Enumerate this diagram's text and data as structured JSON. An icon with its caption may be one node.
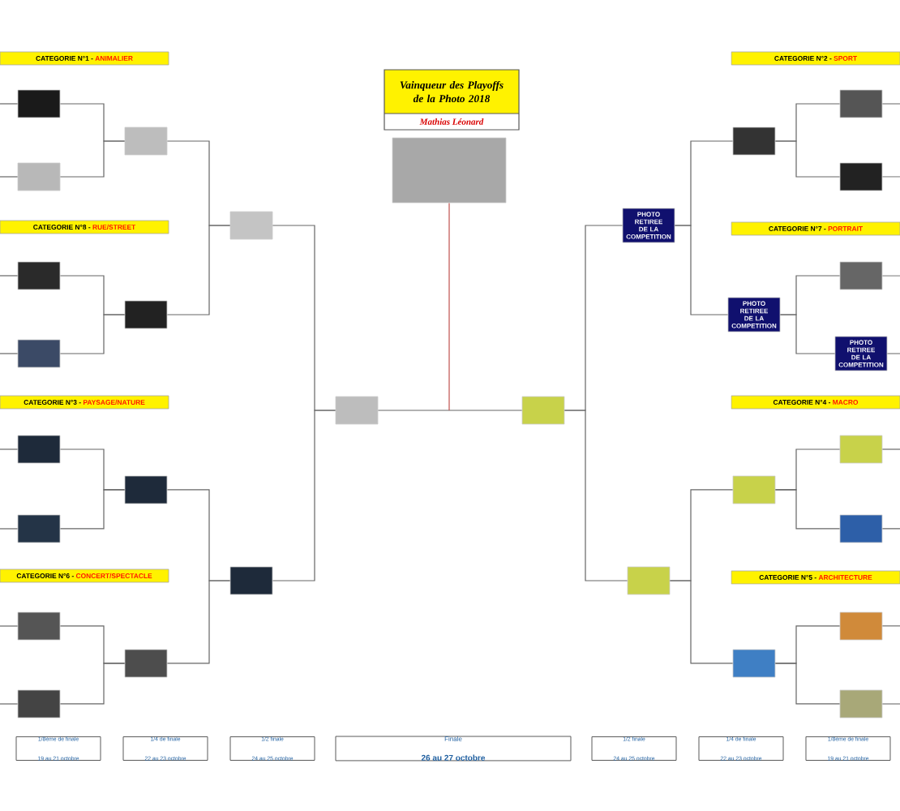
{
  "diagram": {
    "nodes": [
      {
        "text": [
          "Vainqueur des Playoffs de la Photo 2018",
          "Mathias Léonard"
        ]
      },
      {
        "text": [],
        "shape": "box"
      },
      {
        "text": [],
        "shape": "box"
      },
      {
        "text": [],
        "shape": "box"
      },
      {
        "text": [],
        "shape": "box"
      },
      {
        "text": [],
        "shape": "box"
      },
      {
        "text": [],
        "shape": "box"
      },
      {
        "text": [],
        "shape": "box"
      },
      {
        "text": [],
        "shape": "box"
      },
      {
        "text": [],
        "shape": "box"
      },
      {
        "text": [],
        "shape": "box"
      },
      {
        "text": [],
        "shape": "box"
      },
      {
        "text": [],
        "shape": "box"
      },
      {
        "text": [],
        "shape": "box"
      },
      {
        "text": [],
        "shape": "box"
      },
      {
        "text": [],
        "shape": "box"
      },
      {
        "text": [],
        "shape": "box"
      },
      {
        "text": [],
        "shape": "box"
      },
      {
        "text": [
          "PHOTO RETIREE DE LA COMPETITION"
        ]
      },
      {
        "text": [],
        "shape": "box"
      },
      {
        "text": [],
        "shape": "box"
      },
      {
        "text": [
          "PHOTO RETIREE DE LA COMPETITION"
        ]
      },
      {
        "text": [],
        "shape": "box"
      },
      {
        "text": [],
        "shape": "box"
      },
      {
        "text": [],
        "shape": "box"
      },
      {
        "text": [],
        "shape": "box"
      },
      {
        "text": [],
        "shape": "box"
      },
      {
        "text": [
          "PHOTO RETIREE DE LA COMPETITION"
        ]
      },
      {
        "text": [],
        "shape": "box"
      },
      {
        "text": [],
        "shape": "box"
      },
      {
        "text": [],
        "shape": "box"
      },
      {
        "text": [],
        "shape": "box"
      },
      {
        "text": [
          "1/8ème de finale",
          "19 au 21 octobre"
        ]
      },
      {
        "text": [
          "1/4 de finale",
          "22 au 23 octobre"
        ]
      },
      {
        "text": [
          "1/2 finale",
          "24 au 25 octobre"
        ]
      },
      {
        "text": [
          "Finale",
          "26 au 27 octobre"
        ]
      },
      {
        "text": [
          "1/2 finale",
          "24 au 25 octobre"
        ]
      },
      {
        "text": [
          "1/4 de finale",
          "22 au 23 octobre"
        ]
      },
      {
        "text": [
          "1/8ème de finale",
          "19 au 21 octobre"
        ]
      }
    ],
    "edges": [
      {
        "from": 2,
        "to": 10,
        "arrow": "none"
      },
      {
        "from": 3,
        "to": 10,
        "arrow": "none"
      },
      {
        "from": 4,
        "to": 11,
        "arrow": "none"
      },
      {
        "from": 5,
        "to": 11,
        "arrow": "none"
      },
      {
        "from": 6,
        "to": 12,
        "arrow": "none"
      },
      {
        "from": 7,
        "to": 12,
        "arrow": "none"
      },
      {
        "from": 8,
        "to": 13,
        "arrow": "none"
      },
      {
        "from": 9,
        "to": 13,
        "arrow": "none"
      },
      {
        "from": 10,
        "to": 14,
        "arrow": "none"
      },
      {
        "from": 11,
        "to": 14,
        "arrow": "none"
      },
      {
        "from": 12,
        "to": 15,
        "arrow": "none"
      },
      {
        "from": 13,
        "to": 15,
        "arrow": "none"
      },
      {
        "from": 14,
        "to": 16,
        "arrow": "none"
      },
      {
        "from": 15,
        "to": 16,
        "arrow": "none"
      },
      {
        "from": 24,
        "to": 20,
        "arrow": "none"
      },
      {
        "from": 25,
        "to": 20,
        "arrow": "none"
      },
      {
        "from": 26,
        "to": 21,
        "arrow": "none"
      },
      {
        "from": 27,
        "to": 21,
        "arrow": "none"
      },
      {
        "from": 28,
        "to": 22,
        "arrow": "none"
      },
      {
        "from": 29,
        "to": 22,
        "arrow": "none"
      },
      {
        "from": 30,
        "to": 23,
        "arrow": "none"
      },
      {
        "from": 31,
        "to": 23,
        "arrow": "none"
      },
      {
        "from": 20,
        "to": 18,
        "arrow": "none"
      },
      {
        "from": 21,
        "to": 18,
        "arrow": "none"
      },
      {
        "from": 22,
        "to": 19,
        "arrow": "none"
      },
      {
        "from": 23,
        "to": 19,
        "arrow": "none"
      },
      {
        "from": 18,
        "to": 17,
        "arrow": "none"
      },
      {
        "from": 19,
        "to": 17,
        "arrow": "none"
      },
      {
        "from": 16,
        "to": 17,
        "arrow": "none"
      },
      {
        "from": 1,
        "to": null,
        "arrow": "none",
        "color": "#c0504d"
      },
      {
        "from": null,
        "to": 2,
        "arrow": "none"
      },
      {
        "from": null,
        "to": 3,
        "arrow": "none"
      },
      {
        "from": null,
        "to": 4,
        "arrow": "none"
      },
      {
        "from": null,
        "to": 5,
        "arrow": "none"
      },
      {
        "from": null,
        "to": 6,
        "arrow": "none"
      },
      {
        "from": null,
        "to": 7,
        "arrow": "none"
      },
      {
        "from": null,
        "to": 8,
        "arrow": "none"
      },
      {
        "from": null,
        "to": 9,
        "arrow": "none"
      },
      {
        "from": null,
        "to": 24,
        "arrow": "none"
      },
      {
        "from": null,
        "to": 25,
        "arrow": "none"
      },
      {
        "from": null,
        "to": 26,
        "arrow": "none"
      },
      {
        "from": null,
        "to": 27,
        "arrow": "none"
      },
      {
        "from": null,
        "to": 28,
        "arrow": "none"
      },
      {
        "from": null,
        "to": 29,
        "arrow": "none"
      },
      {
        "from": null,
        "to": 30,
        "arrow": "none"
      },
      {
        "from": null,
        "to": 31,
        "arrow": "none"
      }
    ],
    "labels": [
      "CATEGORIE N°1 -",
      "ANIMALIER",
      "CATEGORIE N°2 -",
      "SPORT",
      "CATEGORIE N°8 -",
      "RUE/STREET",
      "CATEGORIE N°7 -",
      "PORTRAIT",
      "CATEGORIE N°3 -",
      "PAYSAGE/NATURE",
      "CATEGORIE N°4 -",
      "MACRO",
      "CATEGORIE N°6 -",
      "CONCERT/SPECTACLE",
      "CATEGORIE N°5 -",
      "ARCHITECTURE"
    ]
  }
}
